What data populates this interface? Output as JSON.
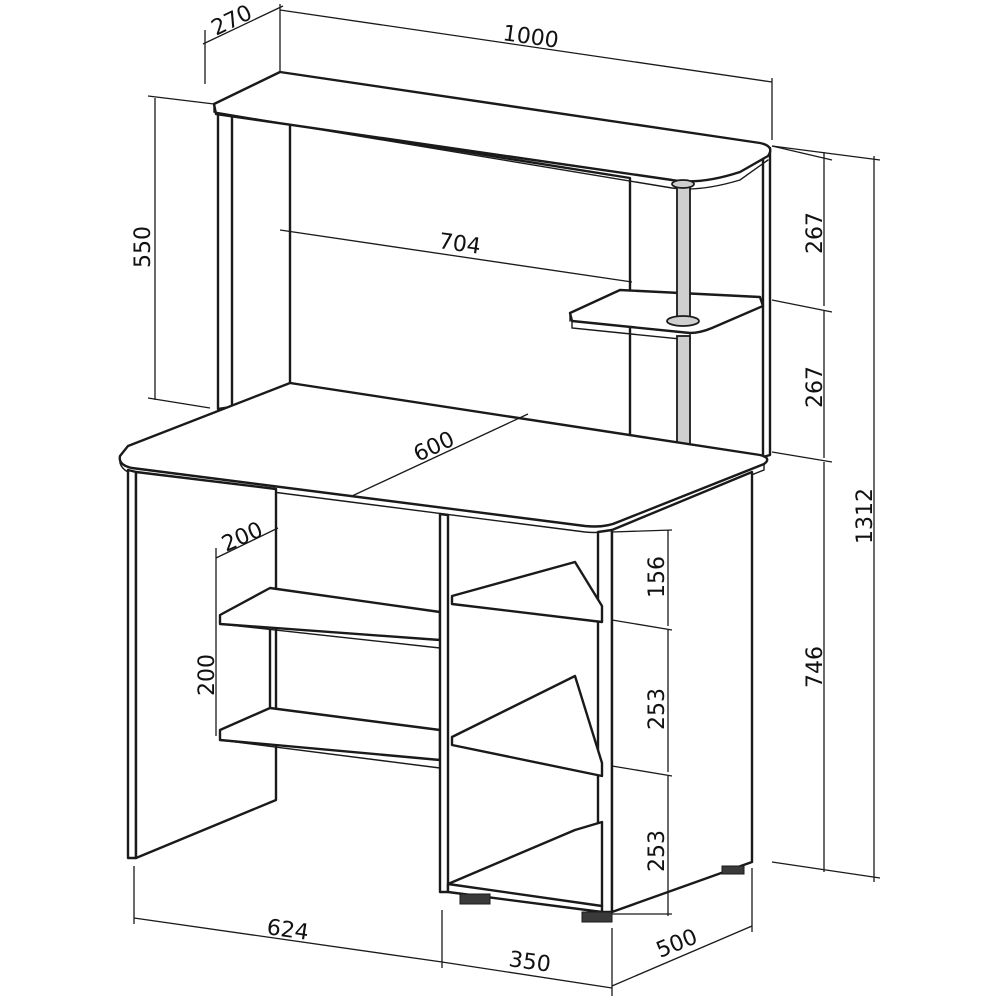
{
  "drawing": {
    "dimensions": {
      "hutch_depth": "270",
      "total_width": "1000",
      "hutch_height": "550",
      "shelf_gap_upper": "267",
      "shelf_gap_lower": "267",
      "total_height": "1312",
      "hutch_inner_width": "704",
      "desk_depth_top": "600",
      "shelf_depth_left": "200",
      "shelf_gap_left": "200",
      "cabinet_gap_top": "156",
      "cabinet_gap_mid": "253",
      "cabinet_gap_bottom": "253",
      "desk_height": "746",
      "leg_span": "624",
      "cabinet_width": "350",
      "desk_depth": "500"
    }
  }
}
